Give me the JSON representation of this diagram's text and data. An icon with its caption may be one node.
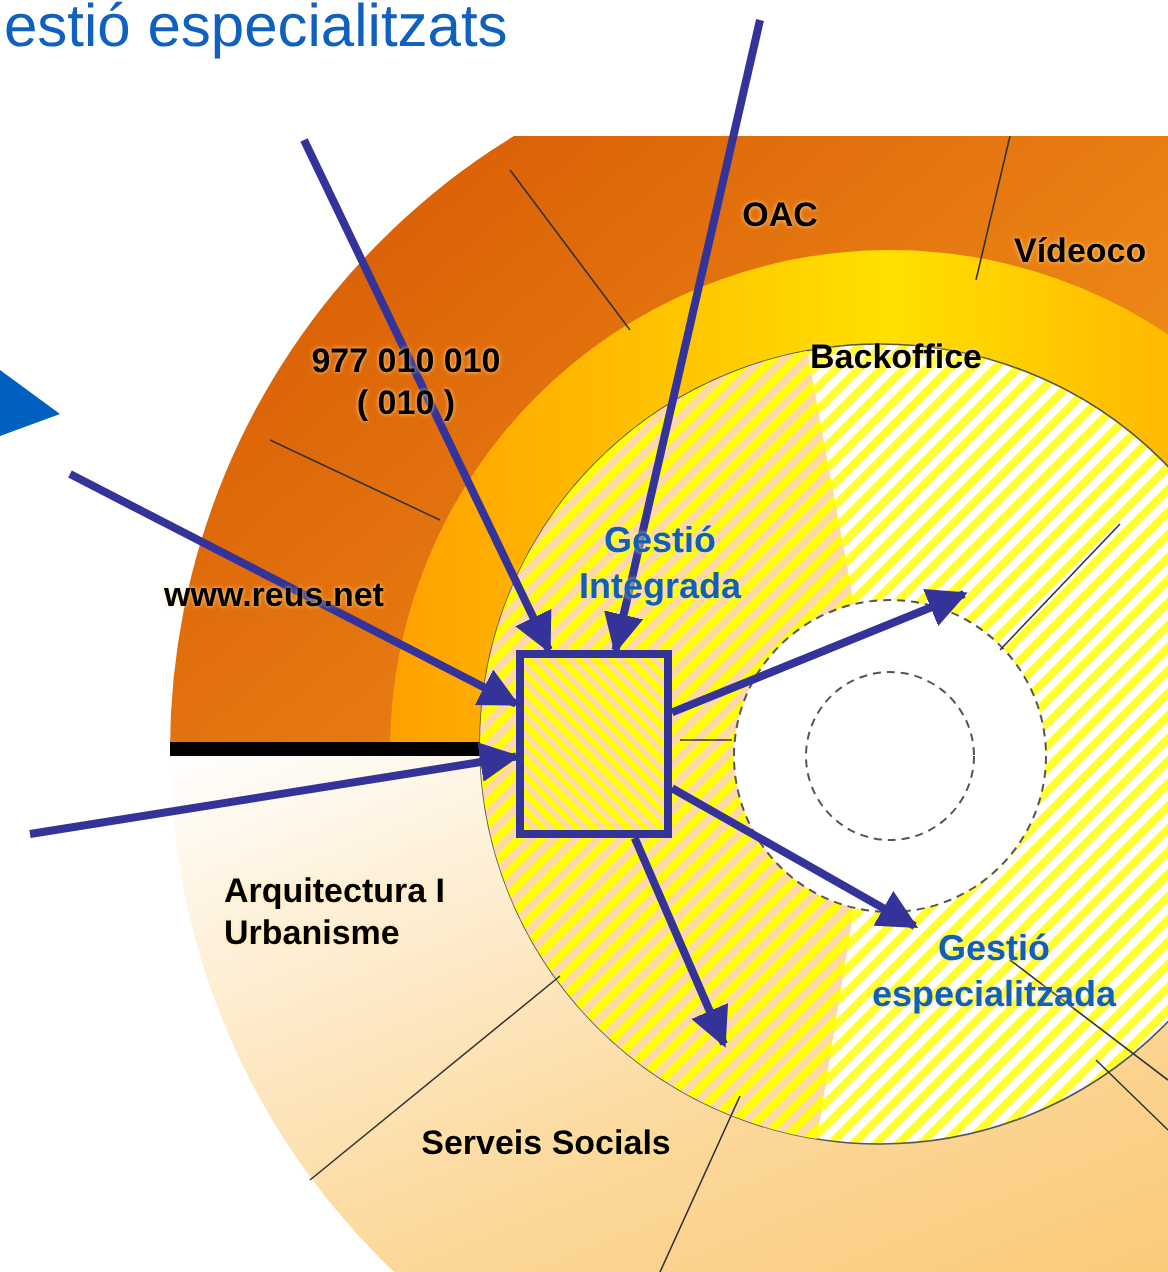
{
  "diagram": {
    "title": "estió especialitzats",
    "nodes": [
      {
        "text": [
          "OAC"
        ]
      },
      {
        "text": [
          "Vídeoco"
        ]
      },
      {
        "text": [
          "977 010 010 ( 010 )"
        ]
      },
      {
        "text": [
          "Backoffice"
        ]
      },
      {
        "text": [
          "Gestió Integrada"
        ]
      },
      {
        "text": [
          "www.reus.net"
        ]
      },
      {
        "text": [],
        "shape": "box"
      },
      {
        "text": [
          "Arquitectura I Urbanisme"
        ]
      },
      {
        "text": [
          "Gestió especialitzada"
        ]
      },
      {
        "text": [
          "Serveis Socials"
        ]
      }
    ],
    "edges": [
      {
        "from": null,
        "to": 6,
        "arrow": "to"
      },
      {
        "from": null,
        "to": 6,
        "arrow": "to"
      },
      {
        "from": null,
        "to": 6,
        "arrow": "to"
      },
      {
        "from": null,
        "to": 6,
        "arrow": "to"
      },
      {
        "from": 6,
        "to": null,
        "arrow": "to"
      },
      {
        "from": 6,
        "to": 8,
        "arrow": "to"
      },
      {
        "from": 6,
        "to": null,
        "arrow": "to"
      }
    ]
  }
}
